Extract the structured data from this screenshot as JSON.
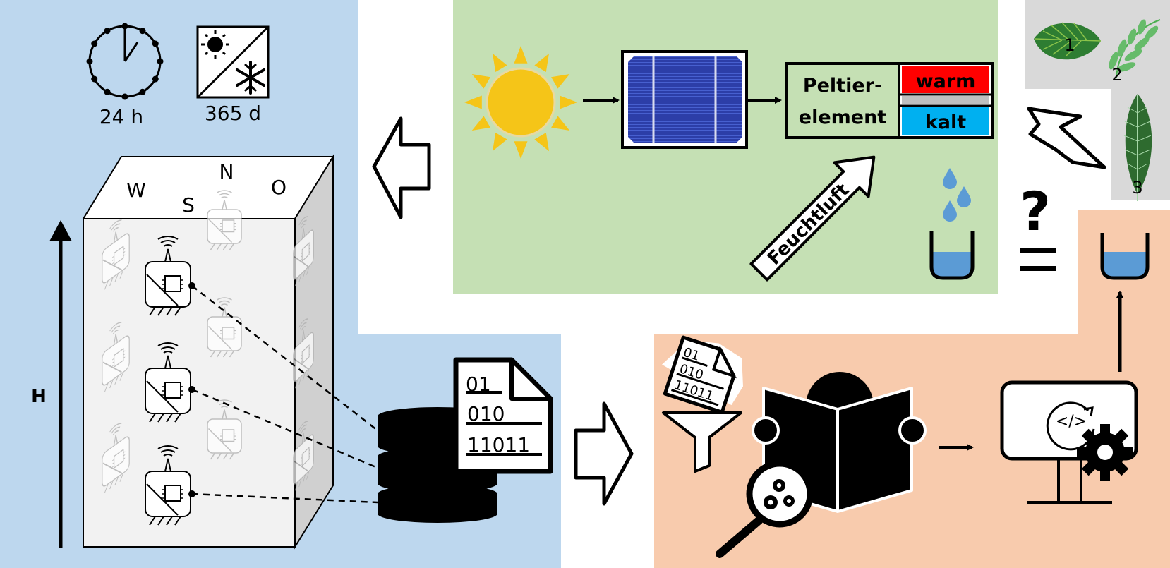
{
  "time": {
    "hours": "24 h",
    "days": "365 d"
  },
  "building": {
    "faces": {
      "west": "W",
      "south": "S",
      "north": "N",
      "east": "O"
    },
    "height_label": "H"
  },
  "data_file": {
    "line1": "01",
    "line2": "010",
    "line3": "11011"
  },
  "filter_doc": {
    "line1": "01",
    "line2": "010",
    "line3": "11011"
  },
  "peltier": {
    "label_line1": "Peltier-",
    "label_line2": "element",
    "warm": "warm",
    "cold": "kalt"
  },
  "humid_air": "Feuchtluft",
  "comparison": {
    "question": "?",
    "equals": "="
  },
  "leaves": {
    "leaf1": "1",
    "leaf2": "2",
    "leaf3": "3"
  },
  "colors": {
    "blue_panel": "#BDD7EE",
    "green_panel": "#C5E0B4",
    "orange_panel": "#F8CBAD",
    "grey_panel": "#D9D9D9",
    "warm": "#FF0000",
    "cold": "#00B0F0",
    "sun": "#F5C518",
    "water": "#5B9BD5"
  },
  "icons": [
    "clock-icon",
    "day-night-icon",
    "sensor-node-icon",
    "database-icon",
    "binary-file-icon",
    "sun-icon",
    "solar-panel-icon",
    "water-drop-icon",
    "water-cup-icon",
    "funnel-icon",
    "reader-icon",
    "magnifier-icon",
    "monitor-icon",
    "code-cycle-icon",
    "gear-icon",
    "leaf-icon"
  ]
}
